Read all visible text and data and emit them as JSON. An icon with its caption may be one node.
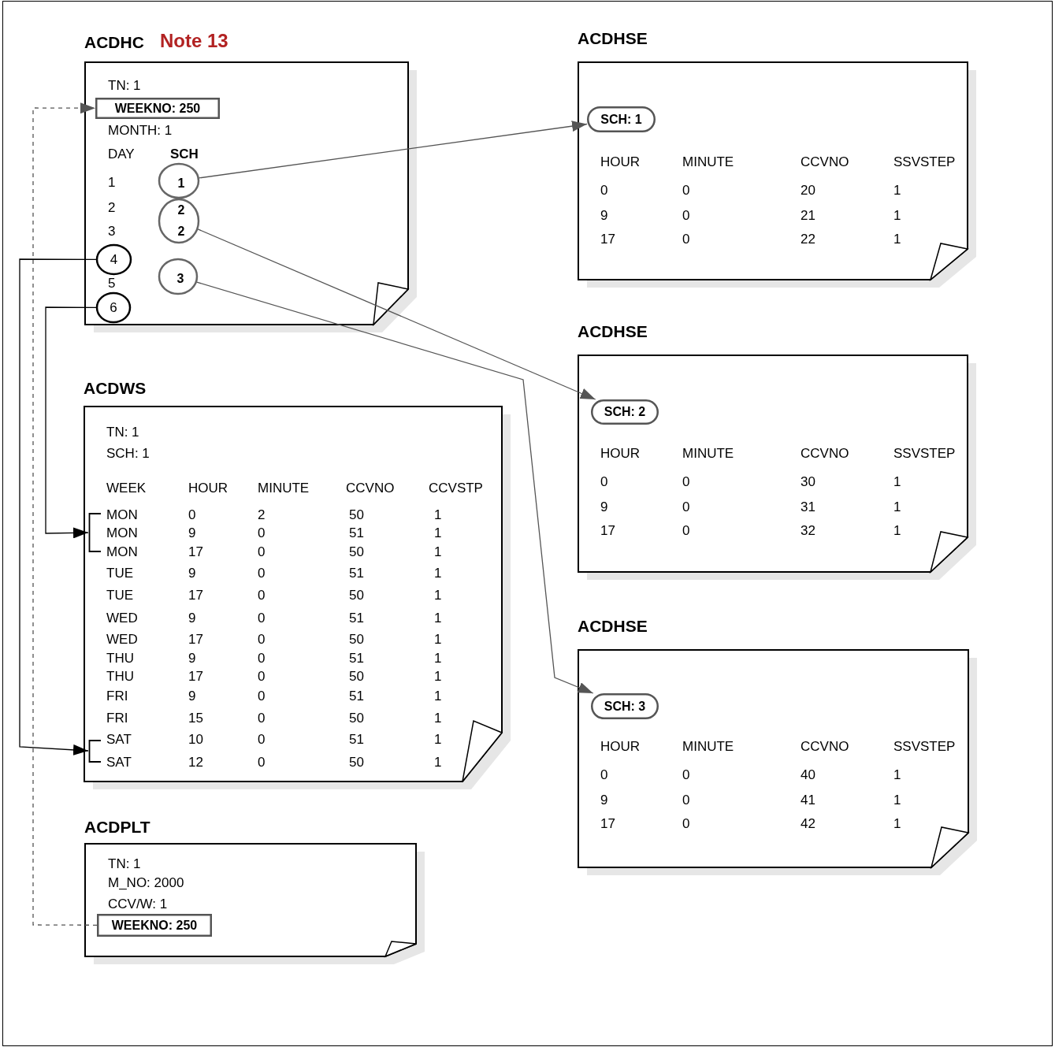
{
  "diagram": {
    "nodes": [
      {
        "text": [
          "ACDHC",
          "TN: 1",
          "MONTH: 1",
          "DAY",
          "SCH",
          "1",
          "2",
          "3",
          "5"
        ],
        "beside": [
          "Note 13"
        ]
      },
      {
        "text": [
          "WEEKNO: 250"
        ],
        "in": 0
      },
      {
        "text": [
          "1"
        ],
        "in": 0
      },
      {
        "text": [
          "2",
          "2"
        ],
        "in": 0
      },
      {
        "text": [
          "4"
        ],
        "in": 0
      },
      {
        "text": [
          "3"
        ],
        "in": 0
      },
      {
        "text": [
          "6"
        ],
        "in": 0
      },
      {
        "text": [
          "ACDHSE",
          "HOUR",
          "MINUTE",
          "CCVNO",
          "SSVSTEP",
          "0",
          "0",
          "20",
          "1",
          "9",
          "0",
          "21",
          "1",
          "17",
          "0",
          "22",
          "1"
        ]
      },
      {
        "text": [
          "SCH: 1"
        ],
        "in": 7
      },
      {
        "text": [
          "ACDHSE",
          "HOUR",
          "MINUTE",
          "CCVNO",
          "SSVSTEP",
          "0",
          "0",
          "30",
          "1",
          "9",
          "0",
          "31",
          "1",
          "17",
          "0",
          "32",
          "1"
        ]
      },
      {
        "text": [
          "SCH: 2"
        ],
        "in": 9
      },
      {
        "text": [
          "ACDHSE",
          "HOUR",
          "MINUTE",
          "CCVNO",
          "SSVSTEP",
          "0",
          "0",
          "40",
          "1",
          "9",
          "0",
          "41",
          "1",
          "17",
          "0",
          "42",
          "1"
        ]
      },
      {
        "text": [
          "SCH: 3"
        ],
        "in": 11
      },
      {
        "text": [
          "ACDWS",
          "TN: 1",
          "SCH: 1",
          "WEEK",
          "HOUR",
          "MINUTE",
          "CCVNO",
          "CCVSTP",
          "MON",
          "0",
          "2",
          "50",
          "1",
          "MON",
          "9",
          "0",
          "51",
          "1",
          "MON",
          "17",
          "0",
          "50",
          "1",
          "TUE",
          "9",
          "0",
          "51",
          "1",
          "TUE",
          "17",
          "0",
          "50",
          "1",
          "WED",
          "9",
          "0",
          "51",
          "1",
          "WED",
          "17",
          "0",
          "50",
          "1",
          "THU",
          "9",
          "0",
          "51",
          "1",
          "THU",
          "17",
          "0",
          "50",
          "1",
          "FRI",
          "9",
          "0",
          "51",
          "1",
          "FRI",
          "15",
          "0",
          "50",
          "1",
          "SAT",
          "10",
          "0",
          "51",
          "1",
          "SAT",
          "12",
          "0",
          "50",
          "1"
        ]
      },
      {
        "text": [],
        "shape": "bracket",
        "in": 13
      },
      {
        "text": [],
        "shape": "bracket",
        "in": 13
      },
      {
        "text": [
          "ACDPLT",
          "TN: 1",
          "M_NO: 2000",
          "CCV/W: 1"
        ]
      },
      {
        "text": [
          "WEEKNO: 250"
        ],
        "in": 16
      }
    ],
    "edges": [
      {
        "from": 17,
        "to": 1,
        "arrow": "to",
        "style": "dashed"
      },
      {
        "from": 2,
        "to": 8,
        "arrow": "to"
      },
      {
        "from": 3,
        "to": 10,
        "arrow": "to"
      },
      {
        "from": 5,
        "to": 12,
        "arrow": "to"
      },
      {
        "from": 4,
        "to": 15,
        "arrow": "to",
        "color": "#000000"
      },
      {
        "from": 6,
        "to": 14,
        "arrow": "to",
        "color": "#000000"
      }
    ]
  }
}
